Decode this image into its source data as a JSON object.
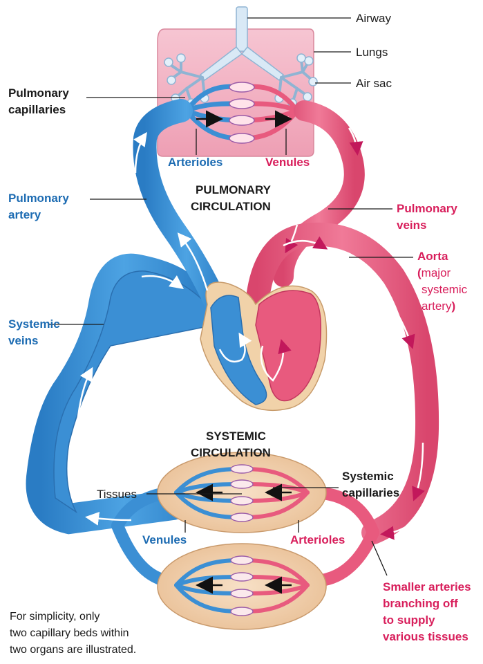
{
  "colors": {
    "deoxygenated": "#3b8fd4",
    "oxygenated": "#e85a7e",
    "lung_fill": "#f3b8c8",
    "tissue_fill": "#f2d2b0",
    "blue_text": "#1c6bb2",
    "red_text": "#d81e5b"
  },
  "labels": {
    "airway": "Airway",
    "lungs": "Lungs",
    "air_sac": "Air sac",
    "pulmonary_capillaries_1": "Pulmonary",
    "pulmonary_capillaries_2": "capillaries",
    "arterioles_top": "Arterioles",
    "venules_top": "Venules",
    "pulmonary_circulation_1": "PULMONARY",
    "pulmonary_circulation_2": "CIRCULATION",
    "pulmonary_artery_1": "Pulmonary",
    "pulmonary_artery_2": "artery",
    "pulmonary_veins_1": "Pulmonary",
    "pulmonary_veins_2": "veins",
    "aorta": "Aorta",
    "aorta_open": "(",
    "aorta_desc_1": "major",
    "aorta_desc_2": "systemic",
    "aorta_desc_3": "artery",
    "aorta_close": ")",
    "systemic_veins_1": "Systemic",
    "systemic_veins_2": "veins",
    "systemic_circulation_1": "SYSTEMIC",
    "systemic_circulation_2": "CIRCULATION",
    "tissues": "Tissues",
    "systemic_capillaries_1": "Systemic",
    "systemic_capillaries_2": "capillaries",
    "venules_bottom": "Venules",
    "arterioles_bottom": "Arterioles",
    "smaller_arteries_1": "Smaller arteries",
    "smaller_arteries_2": "branching off",
    "smaller_arteries_3": "to supply",
    "smaller_arteries_4": "various tissues",
    "note_1": "For simplicity, only",
    "note_2": "two capillary beds within",
    "note_3": "two organs are illustrated."
  }
}
